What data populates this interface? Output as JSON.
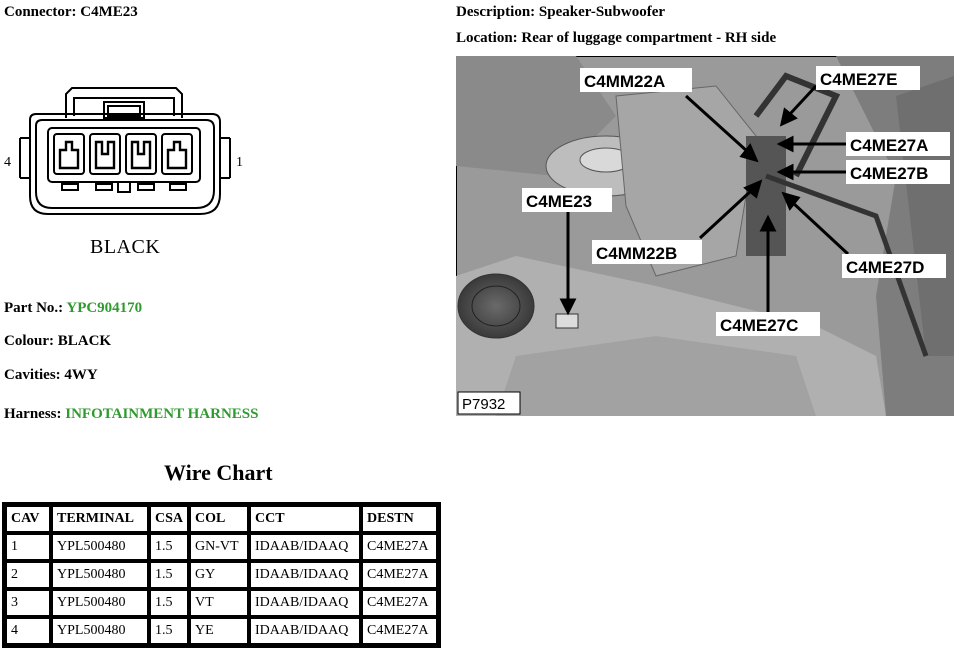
{
  "connector": {
    "label": "Connector:",
    "value": "C4ME23",
    "pin_left": "4",
    "pin_right": "1",
    "body_colour_caption": "BLACK"
  },
  "description": {
    "label": "Description:",
    "value": "Speaker-Subwoofer"
  },
  "location": {
    "label": "Location:",
    "value": "Rear of luggage compartment - RH side"
  },
  "part": {
    "label": "Part No.:",
    "value": "YPC904170"
  },
  "colour": {
    "label": "Colour:",
    "value": "BLACK"
  },
  "cavities": {
    "label": "Cavities:",
    "value": "4WY"
  },
  "harness": {
    "label": "Harness:",
    "value": "INFOTAINMENT HARNESS"
  },
  "wire_chart": {
    "title": "Wire Chart",
    "headers": [
      "CAV",
      "TERMINAL",
      "CSA",
      "COL",
      "CCT",
      "DESTN"
    ],
    "rows": [
      [
        "1",
        "YPL500480",
        "1.5",
        "GN-VT",
        "IDAAB/IDAAQ",
        "C4ME27A"
      ],
      [
        "2",
        "YPL500480",
        "1.5",
        "GY",
        "IDAAB/IDAAQ",
        "C4ME27A"
      ],
      [
        "3",
        "YPL500480",
        "1.5",
        "VT",
        "IDAAB/IDAAQ",
        "C4ME27A"
      ],
      [
        "4",
        "YPL500480",
        "1.5",
        "YE",
        "IDAAB/IDAAQ",
        "C4ME27A"
      ]
    ]
  },
  "photo": {
    "callouts": [
      "C4MM22A",
      "C4ME27E",
      "C4ME27A",
      "C4ME27B",
      "C4ME23",
      "C4MM22B",
      "C4ME27D",
      "C4ME27C"
    ],
    "plate_number": "P7932"
  },
  "colors": {
    "green_value": "#2f9a2f",
    "photo_bg": "#9a9a9a"
  }
}
